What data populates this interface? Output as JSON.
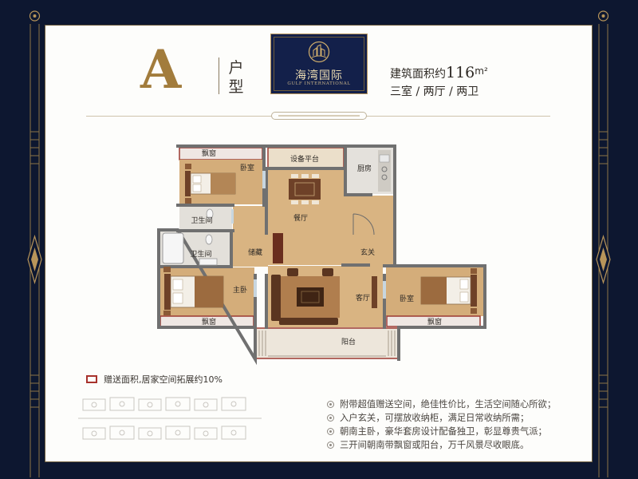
{
  "unit": {
    "letter": "A",
    "type_label": [
      "户",
      "型"
    ]
  },
  "brand": {
    "name": "海湾国际",
    "english": "GULF INTERNATIONAL"
  },
  "area": {
    "label": "建筑面积约",
    "value": "116",
    "unit": "m²"
  },
  "layout_summary": "三室 / 两厅 / 两卫",
  "floorplan": {
    "rooms": [
      "飘窗",
      "卧室",
      "设备平台",
      "厨房",
      "卫生间",
      "餐厅",
      "卫生间",
      "储藏",
      "玄关",
      "主卧",
      "客厅",
      "卧室",
      "飘窗",
      "飘窗",
      "阳台"
    ]
  },
  "legend": {
    "text": "赠送面积,居家空间拓展约10%",
    "color": "#a8322c"
  },
  "features": [
    "附带超值赠送空间，绝佳性价比，生活空间随心所欲；",
    "入户玄关，可摆放收纳柜，满足日常收纳所需；",
    "朝南主卧，豪华套房设计配备独卫，彰显尊贵气派；",
    "三开间朝南带飘窗或阳台，万千风景尽收眼底。"
  ],
  "colors": {
    "frame": "#0d1730",
    "gold": "#b8955a",
    "panel": "#fdfdfb",
    "gift_area_outline": "#9b3a32"
  }
}
